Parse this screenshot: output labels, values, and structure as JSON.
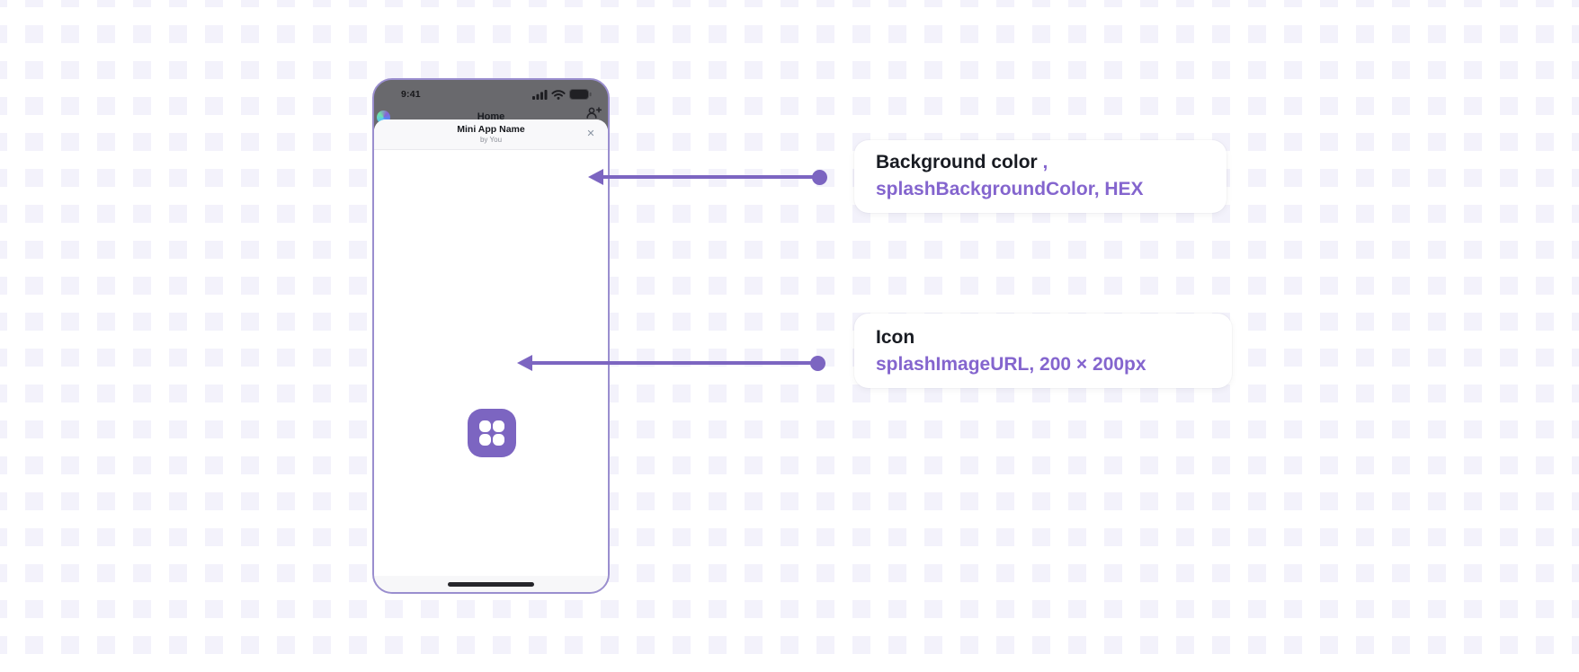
{
  "colors": {
    "purple": "#7C65C1",
    "purple_text": "#8465CE",
    "pattern_square": "#F3F2FB",
    "splash_background": "#FFFFFF"
  },
  "phone": {
    "status_bar": {
      "time": "9:41",
      "icons": [
        "cellular-signal",
        "wifi",
        "battery"
      ]
    },
    "home_screen": {
      "title": "Home"
    },
    "modal": {
      "title": "Mini App Name",
      "subtitle": "by You",
      "close_label": "✕"
    },
    "splash": {
      "icon": "apps-grid-icon"
    }
  },
  "callouts": [
    {
      "title": "Background color",
      "title_suffix": " ,",
      "code": "splashBackgroundColor, HEX"
    },
    {
      "title": "Icon",
      "title_suffix": "",
      "code": "splashImageURL, 200 × 200px"
    }
  ]
}
